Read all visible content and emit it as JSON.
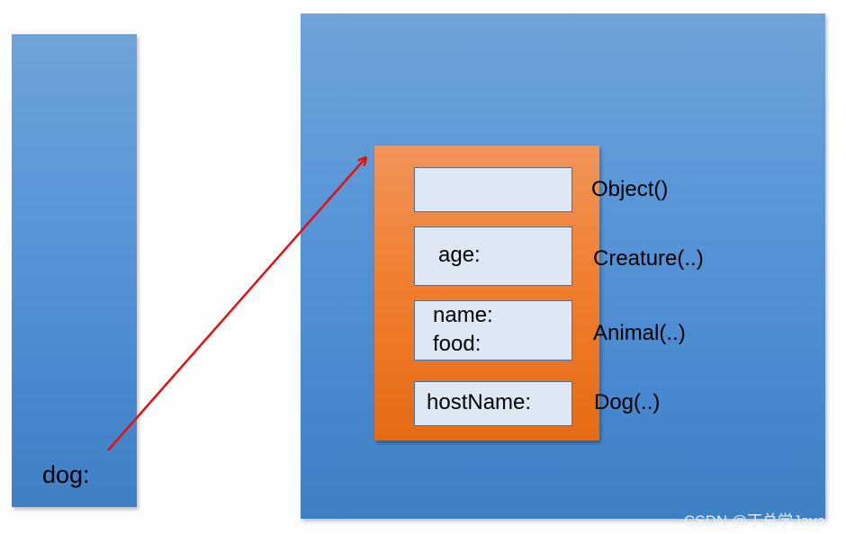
{
  "stack": {
    "variable_label": "dog:"
  },
  "object": {
    "fields": {
      "object_segment": "",
      "creature_segment": "age:",
      "animal_name": "name:",
      "animal_food": "food:",
      "dog_segment": "hostName:"
    },
    "constructors": {
      "object": "Object()",
      "creature": "Creature(..)",
      "animal": "Animal(..)",
      "dog": "Dog(..)"
    }
  },
  "reference_arrow_color": "#e41010",
  "watermark": "CSDN @丁总学Java"
}
